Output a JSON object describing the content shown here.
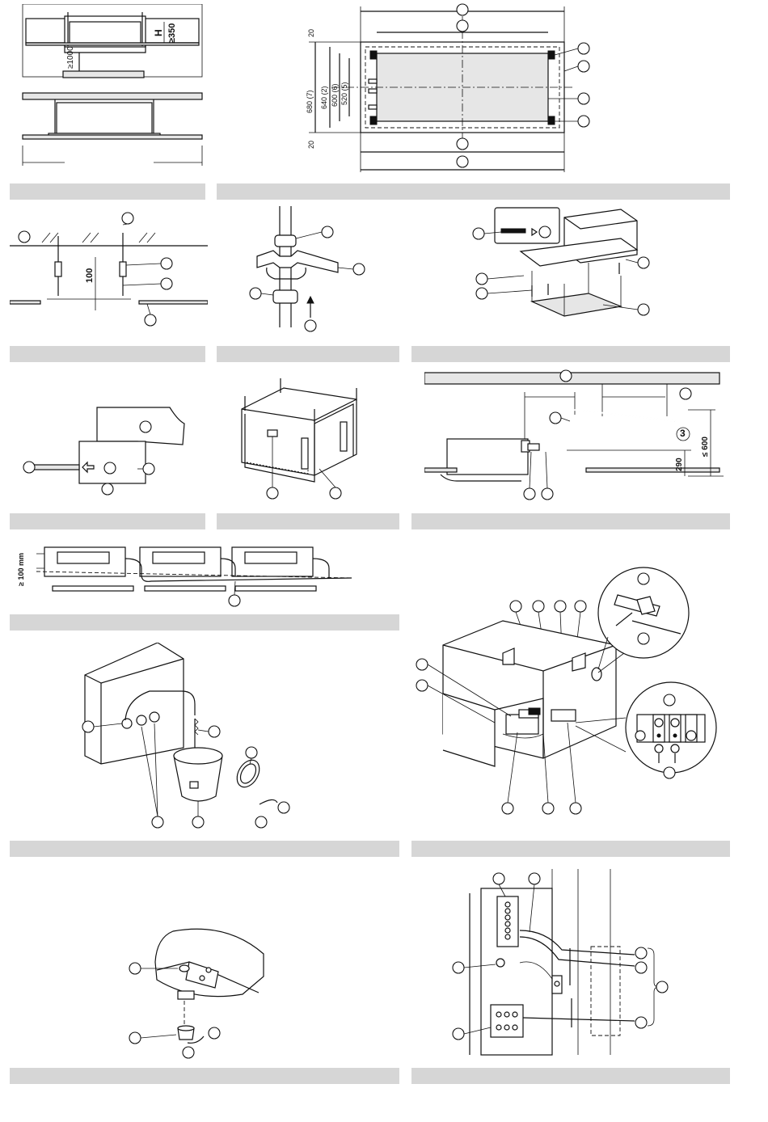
{
  "fig1": {
    "top_dim_label": "H",
    "top_dim_value": "≥350",
    "bottom_dim_value": "≥1000"
  },
  "fig2": {
    "dims": [
      {
        "label": "680 (7)"
      },
      {
        "label": "640 (2)"
      },
      {
        "label": "600 (6)"
      },
      {
        "label": "520 (5)"
      },
      {
        "label": "20"
      },
      {
        "label": "20"
      }
    ]
  },
  "fig3": {
    "dim": "100"
  },
  "fig8": {
    "max_height": "≤ 600",
    "height": "290",
    "marker": "3"
  },
  "fig9": {
    "clearance": "≥ 100 mm"
  },
  "colors": {
    "caption_bar": "#d6d6d6",
    "panel_fill": "#e6e6e6"
  }
}
